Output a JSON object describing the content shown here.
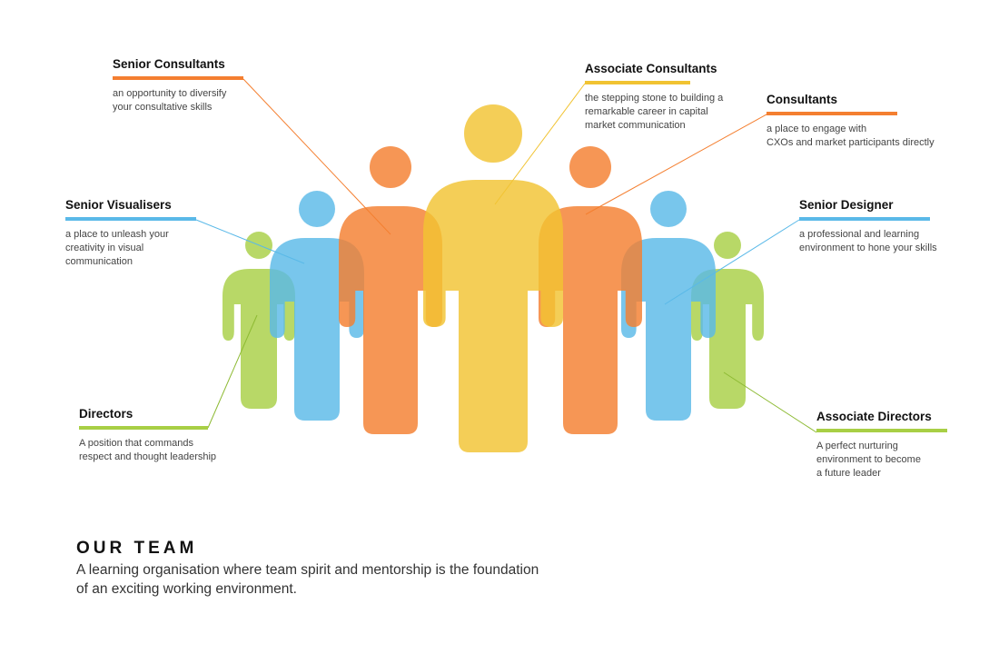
{
  "colors": {
    "orange": "#F47F30",
    "yellow": "#F1C332",
    "blue": "#5AB9E8",
    "green": "#A8CF45",
    "leader_line_orange": "#F47F30",
    "leader_line_yellow": "#F1C332",
    "leader_line_blue": "#5AB9E8",
    "leader_line_green": "#8DBA33"
  },
  "roles": [
    {
      "id": "senior-consultants",
      "title": "Senior Consultants",
      "description": "an opportunity to diversify\nyour consultative skills",
      "color": "orange"
    },
    {
      "id": "associate-consultants",
      "title": "Associate Consultants",
      "description": "the stepping stone to building a\nremarkable career in capital\nmarket communication",
      "color": "yellow"
    },
    {
      "id": "consultants",
      "title": "Consultants",
      "description": "a place to engage with\nCXOs and market participants directly",
      "color": "orange"
    },
    {
      "id": "senior-visualisers",
      "title": "Senior Visualisers",
      "description": "a place to unleash your\ncreativity in visual\ncommunication",
      "color": "blue"
    },
    {
      "id": "senior-designer",
      "title": "Senior Designer",
      "description": "a professional and learning\nenvironment to hone your skills",
      "color": "blue"
    },
    {
      "id": "directors",
      "title": "Directors",
      "description": "A position that commands\nrespect and thought leadership",
      "color": "green"
    },
    {
      "id": "associate-directors",
      "title": "Associate Directors",
      "description": "A perfect nurturing\nenvironment to become\na future leader",
      "color": "green"
    }
  ],
  "footer": {
    "title": "OUR TEAM",
    "description": "A learning organisation where team spirit and mentorship is the foundation\nof an exciting working environment."
  }
}
